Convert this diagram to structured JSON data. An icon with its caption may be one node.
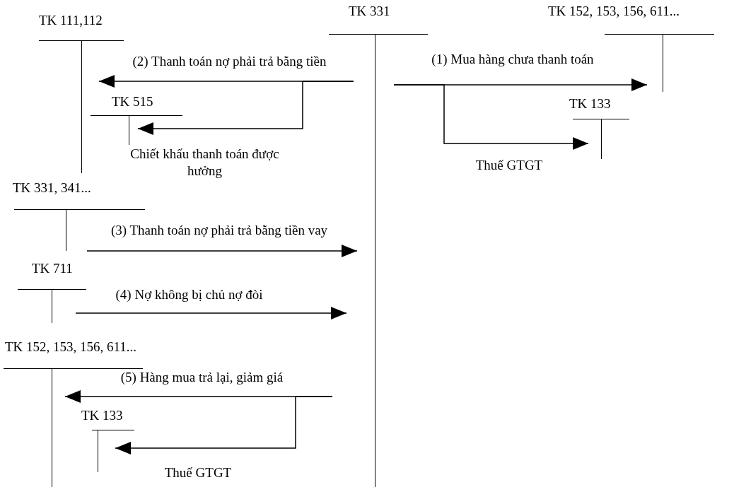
{
  "diagram": {
    "nodes": [
      {
        "text": [
          "TK 111,112"
        ]
      },
      {
        "text": [
          "TK 331"
        ]
      },
      {
        "text": [
          "TK 152, 153, 156, 611..."
        ]
      },
      {
        "text": [
          "TK 515"
        ]
      },
      {
        "text": [
          "TK 133"
        ]
      },
      {
        "text": [
          "TK 331, 341..."
        ]
      },
      {
        "text": [
          "TK 711"
        ]
      },
      {
        "text": [
          "TK 152, 153, 156, 611..."
        ]
      },
      {
        "text": [
          "TK 133"
        ]
      }
    ],
    "edges": [
      {
        "from": 1,
        "to": 2,
        "arrow": "to",
        "label": "(1) Mua hàng chưa thanh toán"
      },
      {
        "from": 1,
        "to": 4,
        "arrow": "to",
        "label": "Thuế GTGT"
      },
      {
        "from": 1,
        "to": 0,
        "arrow": "to",
        "label": "(2) Thanh toán nợ phải trả bằng tiền"
      },
      {
        "from": 1,
        "to": 3,
        "arrow": "to",
        "label": "Chiết khấu thanh toán được hưởng"
      },
      {
        "from": 5,
        "to": 1,
        "arrow": "to",
        "label": "(3) Thanh toán nợ phải trả bằng tiền vay"
      },
      {
        "from": 6,
        "to": 1,
        "arrow": "to",
        "label": "(4) Nợ không bị chủ nợ đòi"
      },
      {
        "from": 1,
        "to": 7,
        "arrow": "to",
        "label": "(5) Hàng mua trả lại, giảm giá"
      },
      {
        "from": 1,
        "to": 8,
        "arrow": "to",
        "label": "Thuế GTGT"
      }
    ]
  }
}
